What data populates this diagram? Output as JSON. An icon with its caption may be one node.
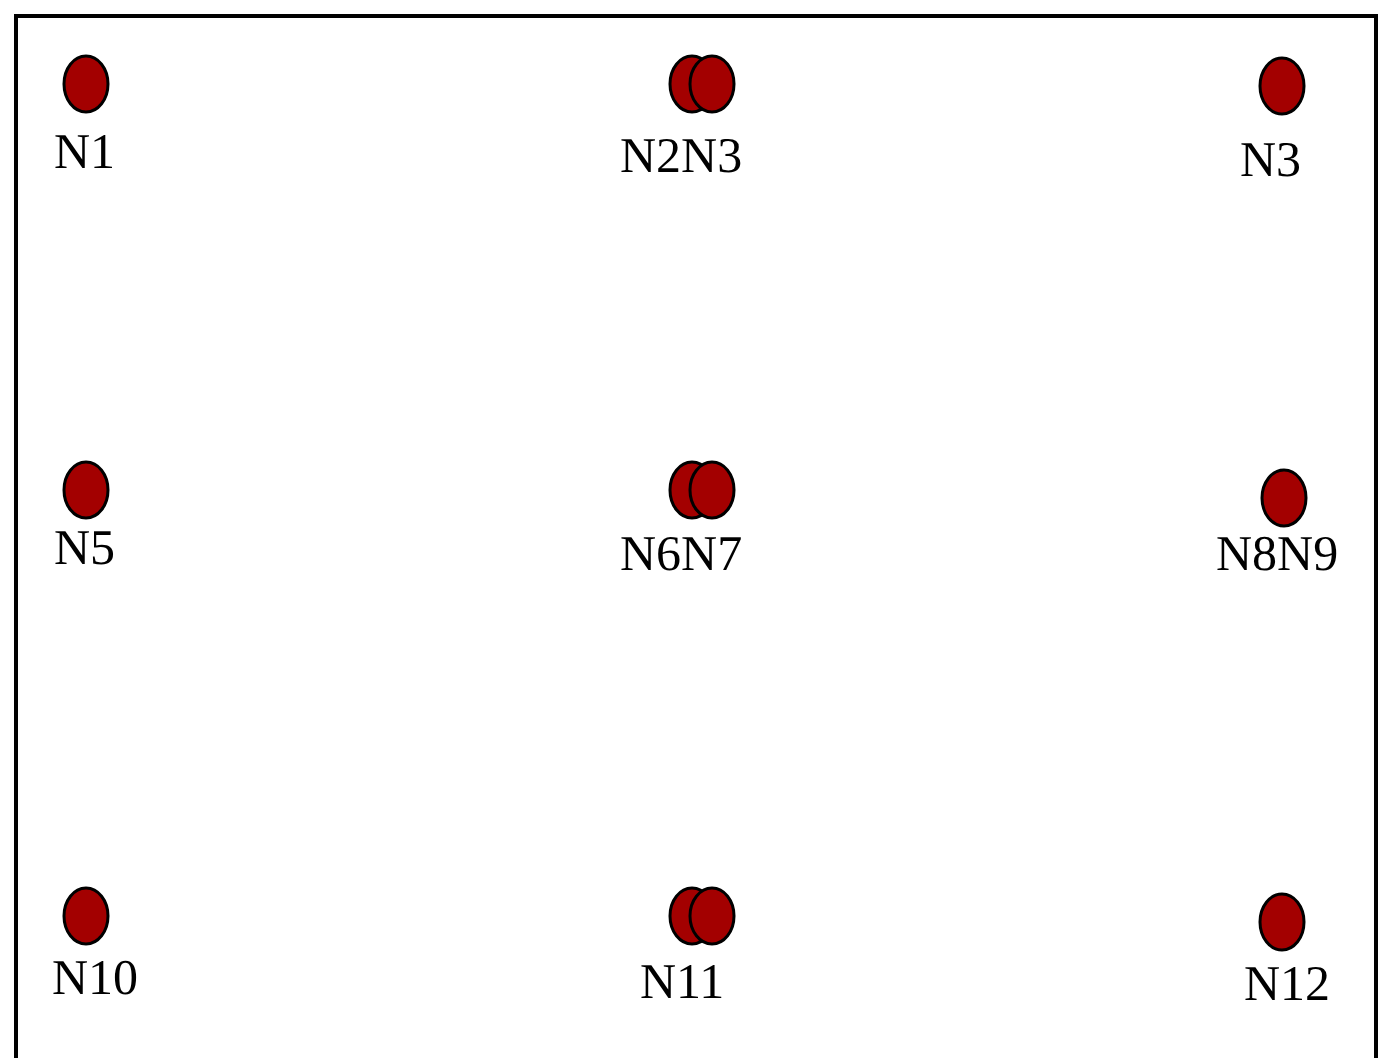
{
  "diagram": {
    "nodes": [
      {
        "text": [
          "N1"
        ]
      },
      {
        "text": [
          "N2N3"
        ]
      },
      {
        "text": [
          "N3"
        ]
      },
      {
        "text": [
          "N5"
        ]
      },
      {
        "text": [
          "N6N7"
        ]
      },
      {
        "text": [
          "N8N9"
        ]
      },
      {
        "text": [
          "N10"
        ]
      },
      {
        "text": [
          "N11"
        ]
      },
      {
        "text": [
          "N12"
        ]
      }
    ],
    "edges": []
  }
}
